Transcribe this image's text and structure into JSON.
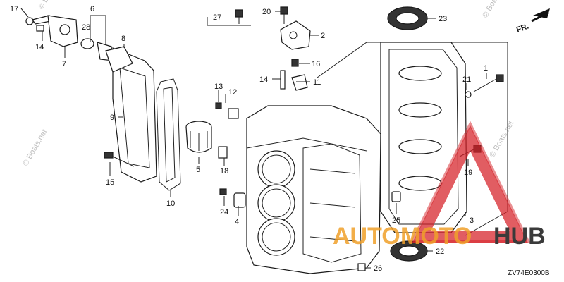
{
  "diagram": {
    "callouts": [
      "1",
      "2",
      "3",
      "4",
      "5",
      "6",
      "7",
      "8",
      "9",
      "10",
      "11",
      "12",
      "13",
      "14",
      "14",
      "15",
      "16",
      "17",
      "18",
      "19",
      "20",
      "21",
      "22",
      "23",
      "24",
      "25",
      "26",
      "27",
      "28"
    ],
    "diagram_code": "ZV74E0300B",
    "watermark": "© Boats.net",
    "direction_label": "FR.",
    "brand_overlay": {
      "part1": "AUTO",
      "part2": "MOTO",
      "part3": "HUB"
    },
    "colors": {
      "accent_red": "#d61f26",
      "accent_orange": "#f0a02a",
      "dark": "#3a3a3a",
      "line": "#222222"
    }
  }
}
